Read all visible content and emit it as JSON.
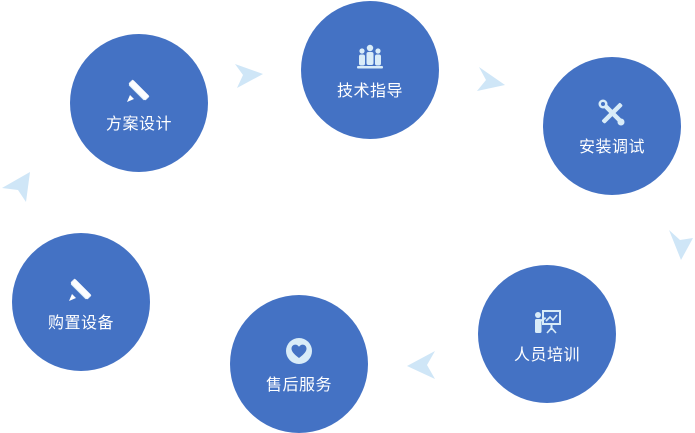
{
  "steps": [
    {
      "label": "方案设计",
      "icon": "pencil-ruler-icon"
    },
    {
      "label": "技术指导",
      "icon": "team-icon"
    },
    {
      "label": "安装调试",
      "icon": "tools-icon"
    },
    {
      "label": "人员培训",
      "icon": "presentation-icon"
    },
    {
      "label": "售后服务",
      "icon": "heart-icon"
    },
    {
      "label": "购置设备",
      "icon": "pencil-ruler-icon"
    }
  ],
  "colors": {
    "circle": "#4472c4",
    "arrow": "#cfe6f7",
    "icon_light": "#d9ecf8"
  }
}
